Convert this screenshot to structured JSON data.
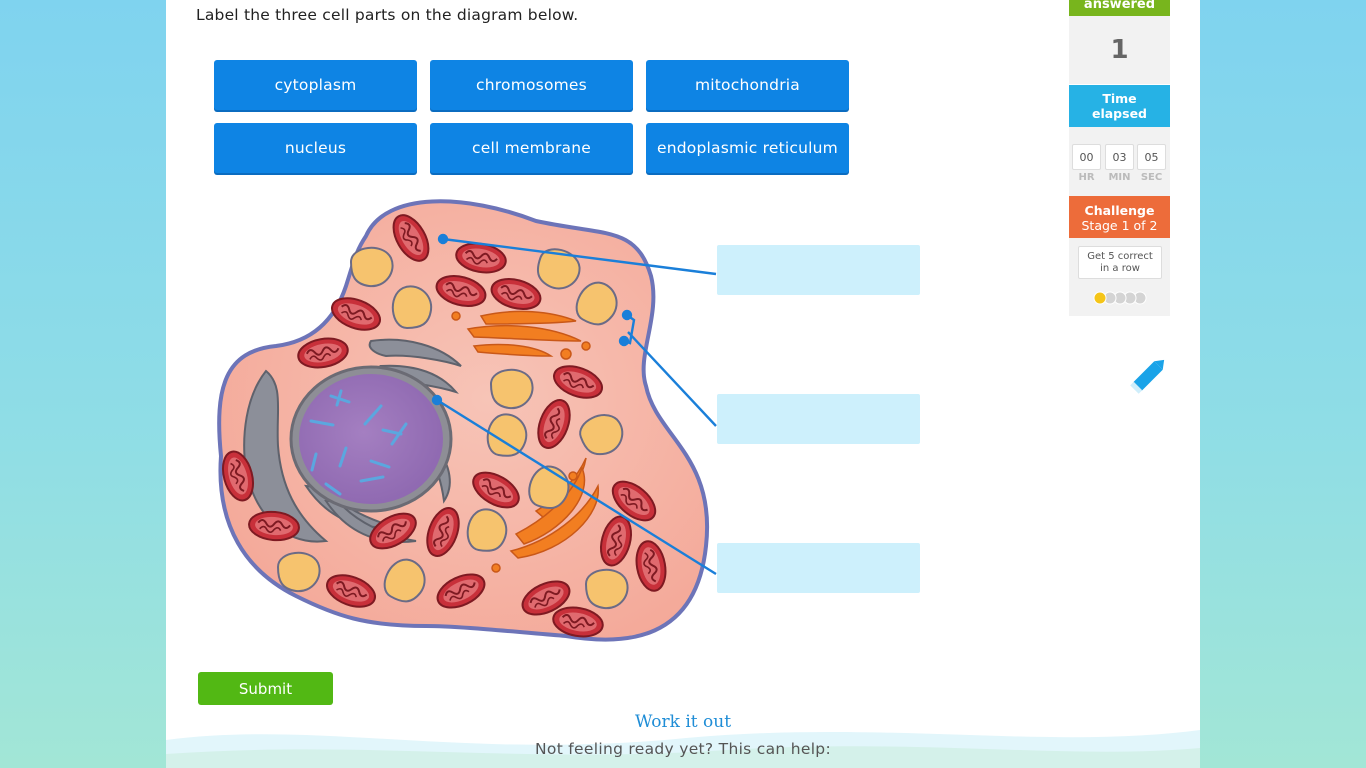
{
  "question": {
    "prompt": "Label the three cell parts on the diagram below."
  },
  "choices": [
    {
      "label": "cytoplasm"
    },
    {
      "label": "chromosomes"
    },
    {
      "label": "mitochondria"
    },
    {
      "label": "nucleus"
    },
    {
      "label": "cell membrane"
    },
    {
      "label": "endoplasmic reticulum"
    }
  ],
  "drop_targets": [
    {
      "value": ""
    },
    {
      "value": ""
    },
    {
      "value": ""
    }
  ],
  "submit_label": "Submit",
  "help": {
    "title": "Work it out",
    "subtitle": "Not feeling ready yet? This can help:"
  },
  "sidebar": {
    "answered_label": "answered",
    "answered_value": "1",
    "time_label_1": "Time",
    "time_label_2": "elapsed",
    "time": {
      "hr": "00",
      "min": "03",
      "sec": "05"
    },
    "time_units": {
      "hr": "HR",
      "min": "MIN",
      "sec": "SEC"
    },
    "challenge_title": "Challenge",
    "challenge_stage": "Stage 1 of 2",
    "goal_line1": "Get 5 correct",
    "goal_line2": "in a row",
    "progress": {
      "completed": 1,
      "total": 5
    }
  },
  "colors": {
    "chip": "#0e84e4",
    "dropbox": "#cdf0fc",
    "submit": "#52b814",
    "answered": "#78b51d",
    "time": "#26b2e5",
    "challenge": "#ed6c3a",
    "pointer": "#1a7fd9"
  },
  "icons": {
    "pencil": "pencil-icon"
  }
}
